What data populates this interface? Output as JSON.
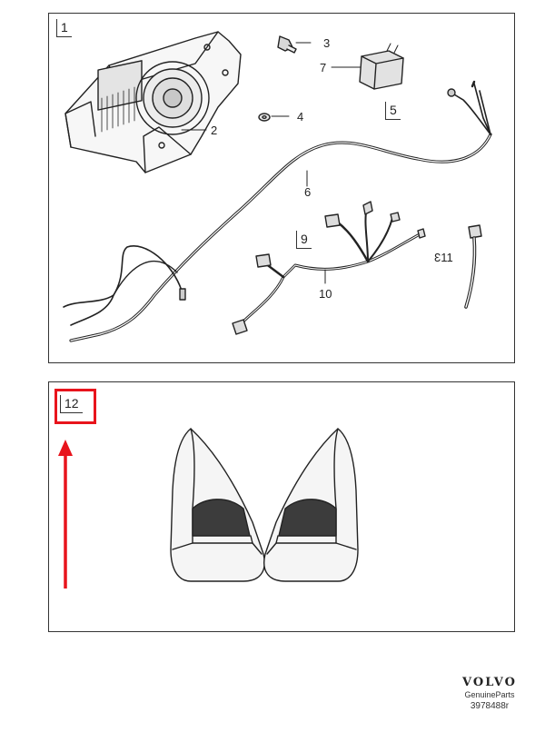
{
  "diagram": {
    "top_box_number": "1",
    "callouts": {
      "subwoofer": "2",
      "screw": "3",
      "washer": "4",
      "relay_box_number": "5",
      "main_harness": "6",
      "relay": "7",
      "connector_box_number": "9",
      "sub_harness": "10",
      "cable_tie": "11"
    },
    "bottom_box_number": "12"
  },
  "brand": {
    "logo_text": "VOLVO",
    "subtitle": "GenuineParts",
    "part_number": "3978488r"
  },
  "colors": {
    "highlight": "#e8141c",
    "arrow": "#e8141c",
    "line": "#222222"
  }
}
